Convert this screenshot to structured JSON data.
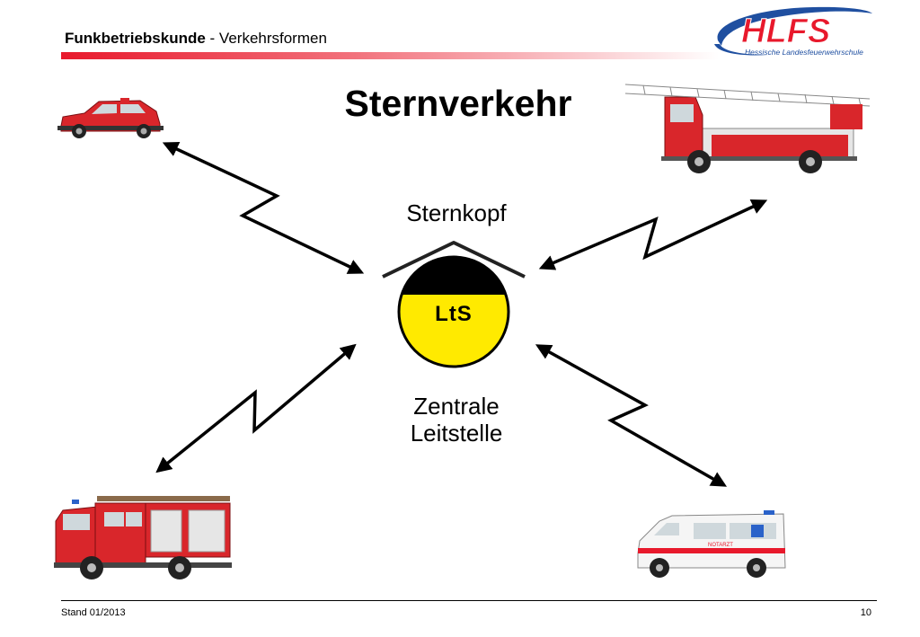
{
  "header": {
    "subject": "Funkbetriebskunde",
    "separator": " - ",
    "topic": "Verkehrsformen"
  },
  "logo": {
    "text": "HLFS",
    "subtitle": "Hessische Landesfeuerwehrschule"
  },
  "title": "Sternverkehr",
  "diagram": {
    "head_label": "Sternkopf",
    "center_badge": "LtS",
    "center_label_line1": "Zentrale",
    "center_label_line2": "Leitstelle",
    "nodes": [
      "car-icon",
      "turntable-ladder-truck-icon",
      "fire-engine-icon",
      "ambulance-icon"
    ]
  },
  "colors": {
    "accent_red": "#e8192c",
    "logo_blue": "#1f4fa0",
    "hub_yellow": "#ffea00",
    "vehicle_red": "#d9262b"
  },
  "footer": {
    "stand": "Stand 01/2013",
    "page_number": "10"
  },
  "vehicle_text": {
    "ambulance_marking": "NOTARZT"
  }
}
